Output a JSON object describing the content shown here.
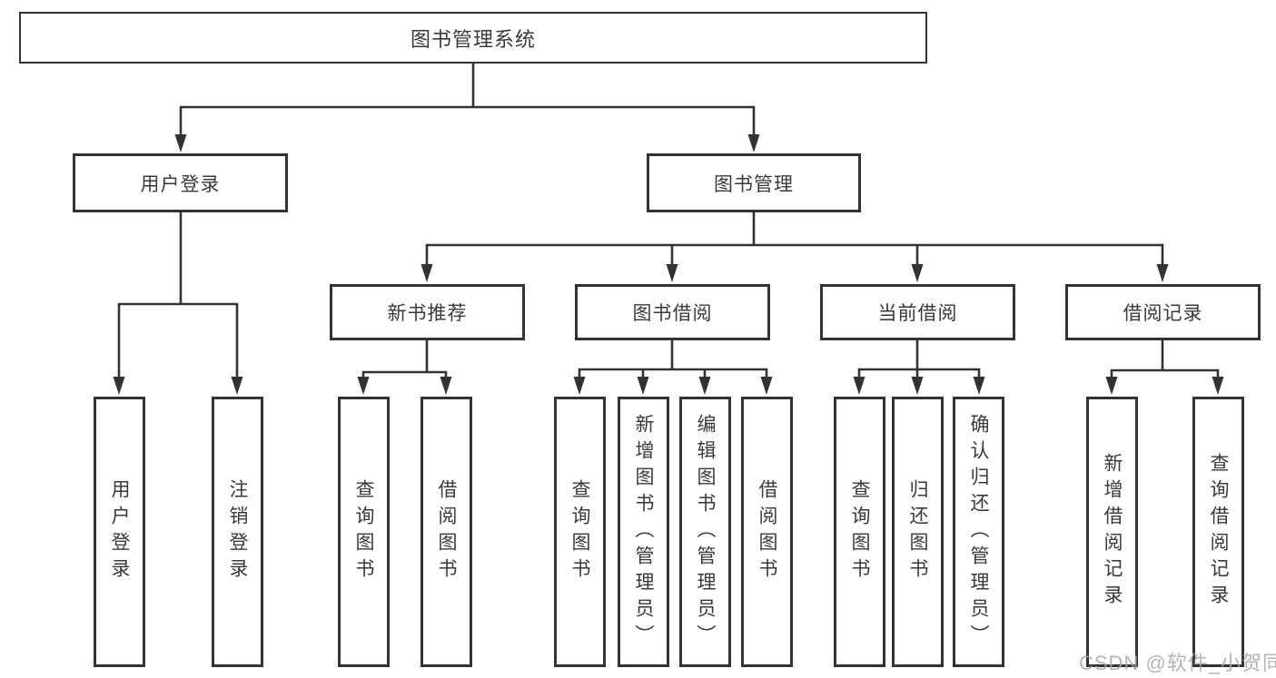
{
  "colors": {
    "line": "#333333",
    "box_border": "#333333",
    "box_fill": "#ffffff",
    "text": "#3a3a3a",
    "watermark": "#a8a8a8",
    "background": "#ffffff"
  },
  "watermark": {
    "text": "CSDN @软件_小贺同学"
  },
  "diagram": {
    "type": "hierarchy-tree",
    "root": {
      "label": "图书管理系统"
    },
    "level2": [
      {
        "label": "用户登录"
      },
      {
        "label": "图书管理"
      }
    ],
    "level3": [
      {
        "label": "新书推荐",
        "parent": "图书管理"
      },
      {
        "label": "图书借阅",
        "parent": "图书管理"
      },
      {
        "label": "当前借阅",
        "parent": "图书管理"
      },
      {
        "label": "借阅记录",
        "parent": "图书管理"
      }
    ],
    "leaves": [
      {
        "label": "用户登录",
        "parent": "用户登录"
      },
      {
        "label": "注销登录",
        "parent": "用户登录"
      },
      {
        "label": "查询图书",
        "parent": "新书推荐"
      },
      {
        "label": "借阅图书",
        "parent": "新书推荐"
      },
      {
        "label": "查询图书",
        "parent": "图书借阅"
      },
      {
        "label": "新增图书（管理员）",
        "parent": "图书借阅"
      },
      {
        "label": "编辑图书（管理员）",
        "parent": "图书借阅"
      },
      {
        "label": "借阅图书",
        "parent": "图书借阅"
      },
      {
        "label": "查询图书",
        "parent": "当前借阅"
      },
      {
        "label": "归还图书",
        "parent": "当前借阅"
      },
      {
        "label": "确认归还（管理员）",
        "parent": "当前借阅"
      },
      {
        "label": "新增借阅记录",
        "parent": "借阅记录"
      },
      {
        "label": "查询借阅记录",
        "parent": "借阅记录"
      }
    ]
  }
}
